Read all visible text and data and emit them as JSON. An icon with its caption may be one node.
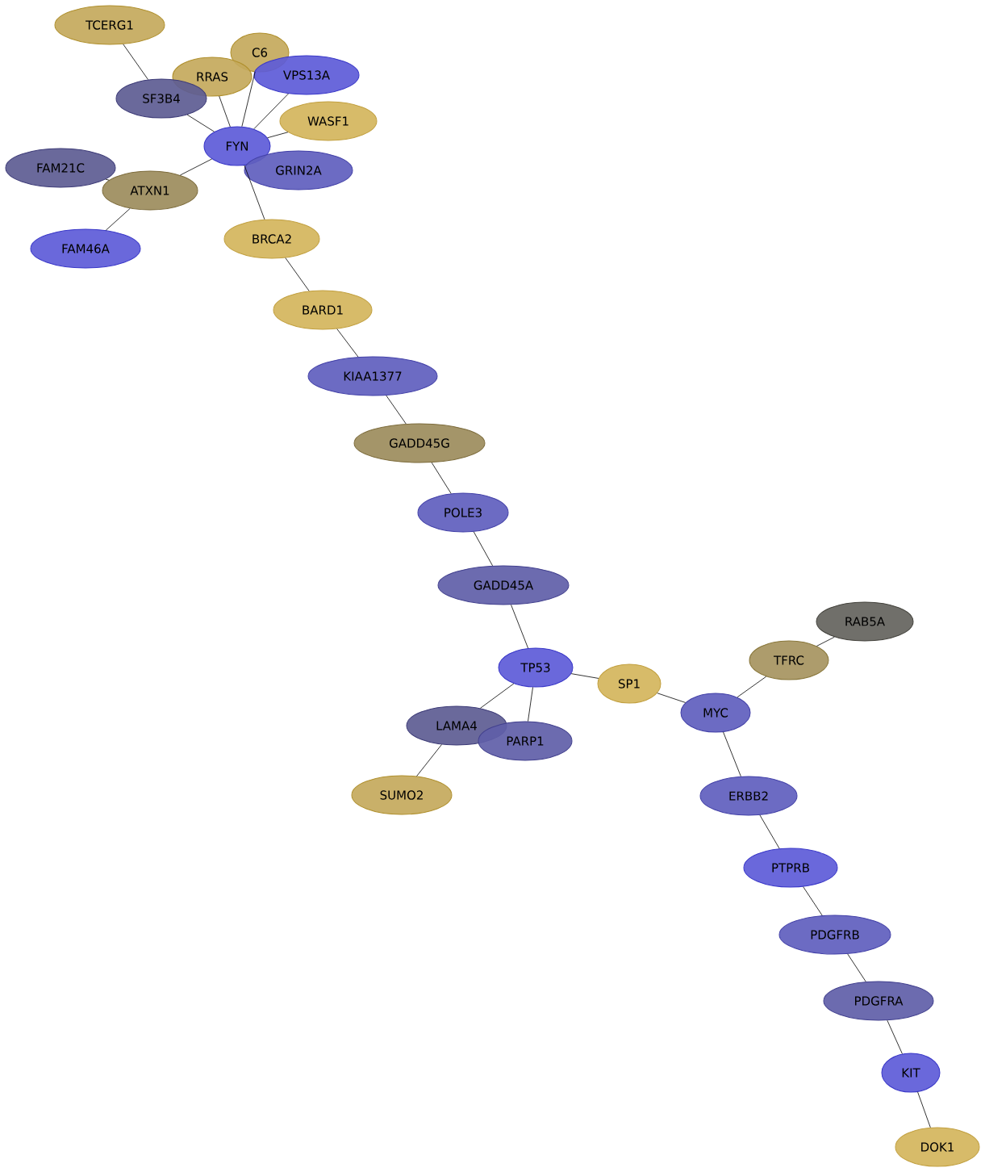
{
  "diagram": {
    "nodes": [
      {
        "text": [
          "TCERG1"
        ]
      },
      {
        "text": [
          "C6"
        ]
      },
      {
        "text": [
          "RRAS"
        ]
      },
      {
        "text": [
          "VPS13A"
        ]
      },
      {
        "text": [
          "SF3B4"
        ]
      },
      {
        "text": [
          "WASF1"
        ]
      },
      {
        "text": [
          "FYN"
        ]
      },
      {
        "text": [
          "FAM21C"
        ]
      },
      {
        "text": [
          "GRIN2A"
        ]
      },
      {
        "text": [
          "ATXN1"
        ]
      },
      {
        "text": [
          "FAM46A"
        ]
      },
      {
        "text": [
          "BRCA2"
        ]
      },
      {
        "text": [
          "BARD1"
        ]
      },
      {
        "text": [
          "KIAA1377"
        ]
      },
      {
        "text": [
          "GADD45G"
        ]
      },
      {
        "text": [
          "POLE3"
        ]
      },
      {
        "text": [
          "GADD45A"
        ]
      },
      {
        "text": [
          "RAB5A"
        ]
      },
      {
        "text": [
          "TFRC"
        ]
      },
      {
        "text": [
          "TP53"
        ]
      },
      {
        "text": [
          "SP1"
        ]
      },
      {
        "text": [
          "MYC"
        ]
      },
      {
        "text": [
          "LAMA4"
        ]
      },
      {
        "text": [
          "PARP1"
        ]
      },
      {
        "text": [
          "SUMO2"
        ]
      },
      {
        "text": [
          "ERBB2"
        ]
      },
      {
        "text": [
          "PTPRB"
        ]
      },
      {
        "text": [
          "PDGFRB"
        ]
      },
      {
        "text": [
          "PDGFRA"
        ]
      },
      {
        "text": [
          "KIT"
        ]
      },
      {
        "text": [
          "DOK1"
        ]
      }
    ],
    "edges": [
      {
        "from": 0,
        "to": 4,
        "arrow": "none"
      },
      {
        "from": 4,
        "to": 6,
        "arrow": "none"
      },
      {
        "from": 2,
        "to": 6,
        "arrow": "none"
      },
      {
        "from": 1,
        "to": 6,
        "arrow": "none"
      },
      {
        "from": 3,
        "to": 6,
        "arrow": "none"
      },
      {
        "from": 5,
        "to": 6,
        "arrow": "none"
      },
      {
        "from": 6,
        "to": 9,
        "arrow": "none"
      },
      {
        "from": 7,
        "to": 9,
        "arrow": "none"
      },
      {
        "from": 9,
        "to": 10,
        "arrow": "none"
      },
      {
        "from": 6,
        "to": 11,
        "arrow": "none"
      },
      {
        "from": 11,
        "to": 12,
        "arrow": "none"
      },
      {
        "from": 12,
        "to": 13,
        "arrow": "none"
      },
      {
        "from": 13,
        "to": 14,
        "arrow": "none"
      },
      {
        "from": 14,
        "to": 15,
        "arrow": "none"
      },
      {
        "from": 15,
        "to": 16,
        "arrow": "none"
      },
      {
        "from": 16,
        "to": 19,
        "arrow": "none"
      },
      {
        "from": 19,
        "to": 20,
        "arrow": "none"
      },
      {
        "from": 19,
        "to": 22,
        "arrow": "none"
      },
      {
        "from": 19,
        "to": 23,
        "arrow": "none"
      },
      {
        "from": 22,
        "to": 24,
        "arrow": "none"
      },
      {
        "from": 20,
        "to": 21,
        "arrow": "none"
      },
      {
        "from": 21,
        "to": 18,
        "arrow": "none"
      },
      {
        "from": 18,
        "to": 17,
        "arrow": "none"
      },
      {
        "from": 21,
        "to": 25,
        "arrow": "none"
      },
      {
        "from": 25,
        "to": 26,
        "arrow": "none"
      },
      {
        "from": 26,
        "to": 27,
        "arrow": "none"
      },
      {
        "from": 27,
        "to": 28,
        "arrow": "none"
      },
      {
        "from": 28,
        "to": 29,
        "arrow": "none"
      },
      {
        "from": 29,
        "to": 30,
        "arrow": "none"
      }
    ]
  }
}
